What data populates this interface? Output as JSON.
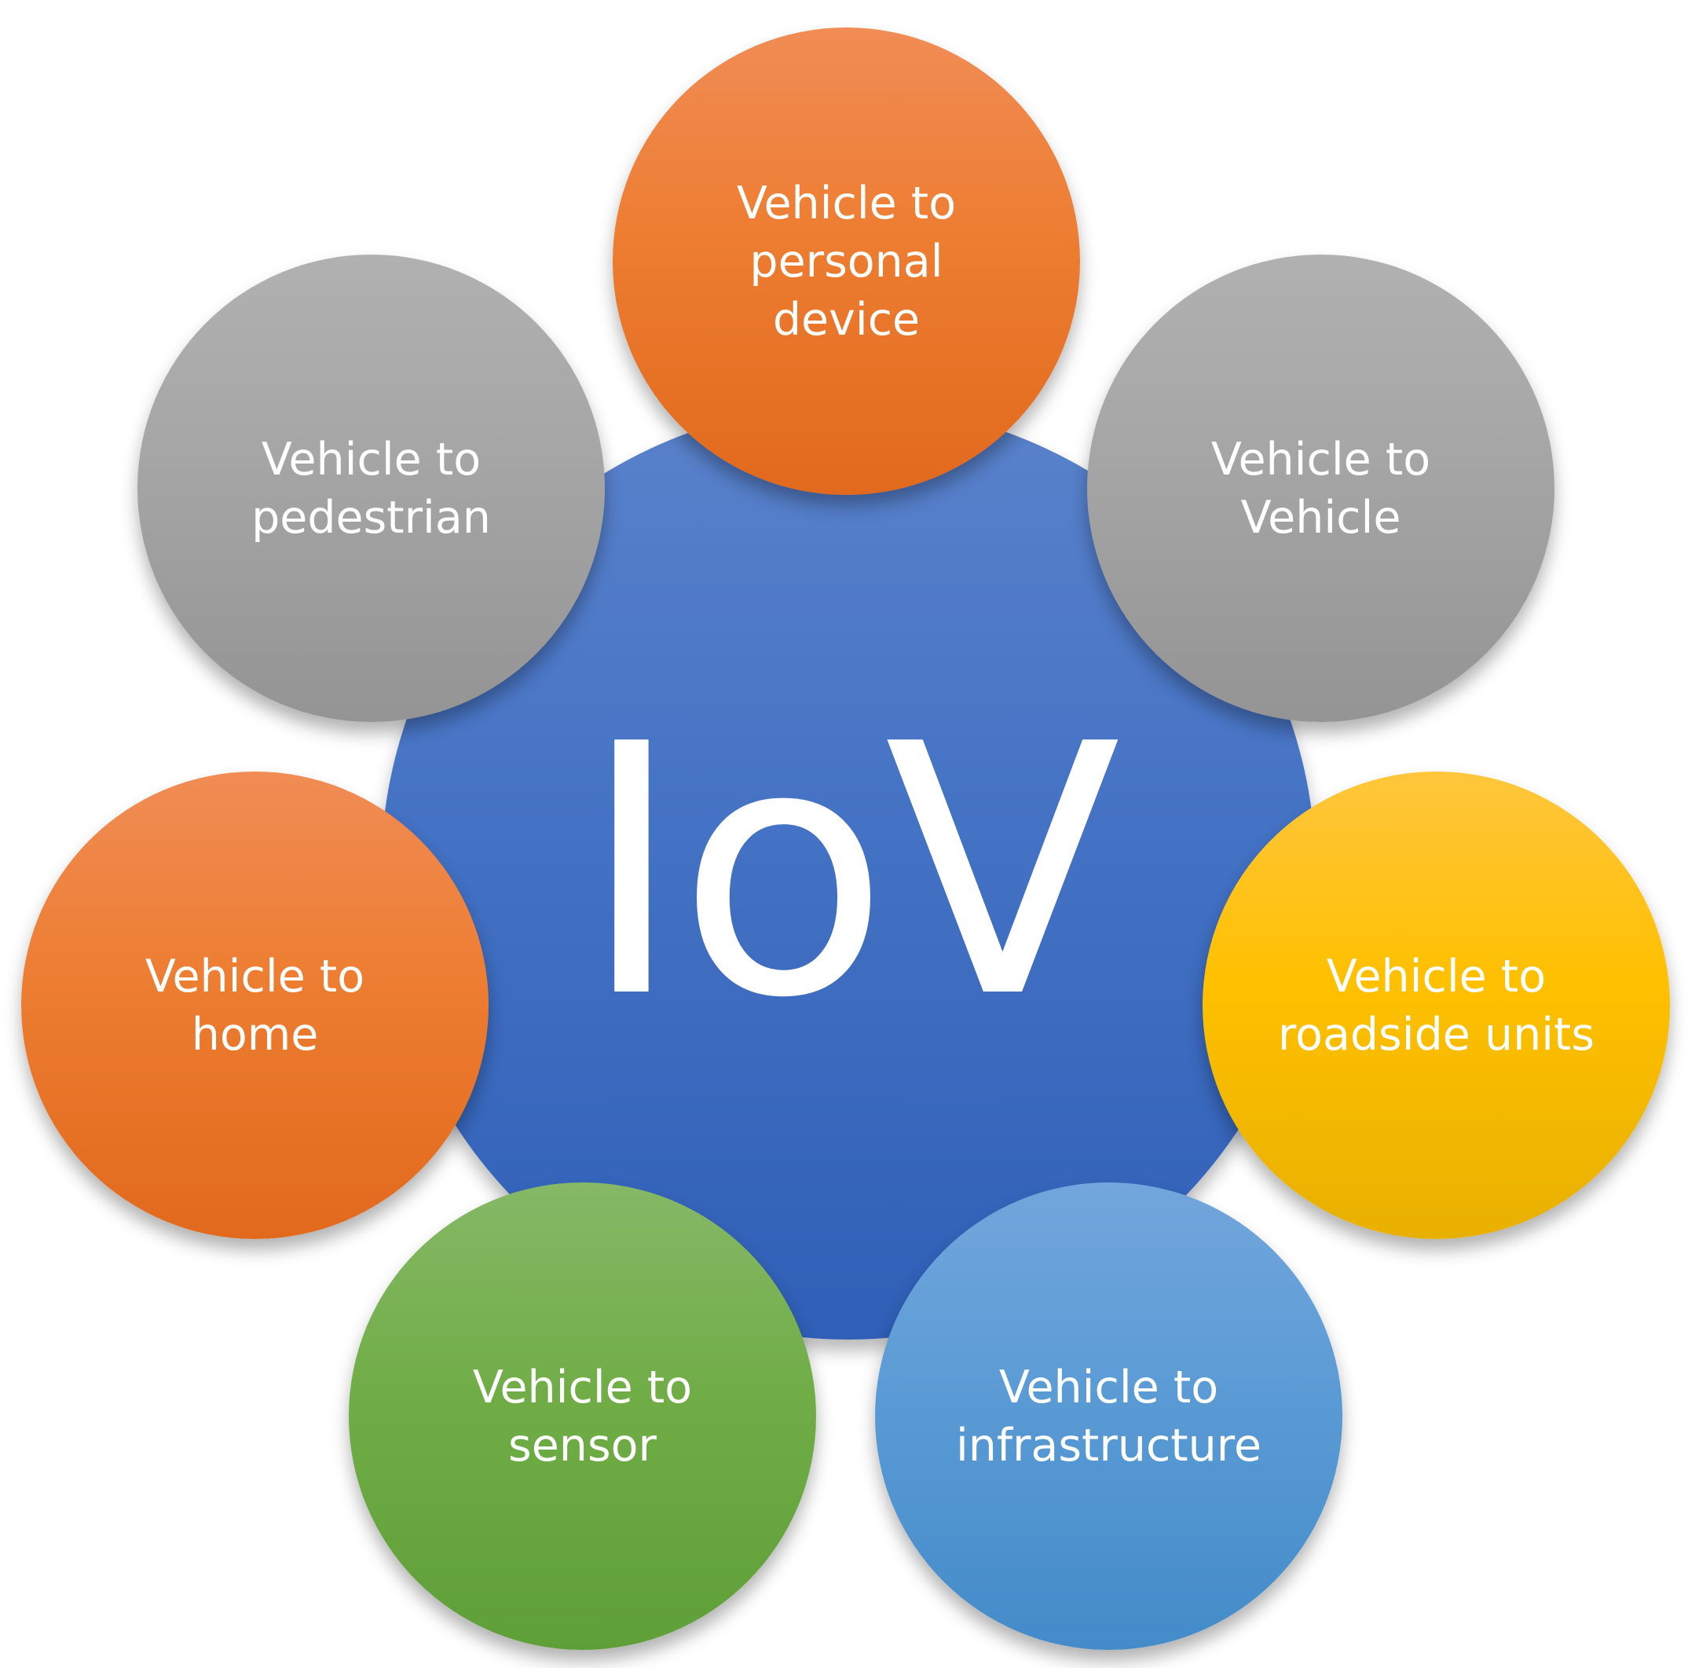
{
  "diagram": {
    "center": {
      "label": "IoV",
      "color": "#4472c4"
    },
    "nodes": [
      {
        "id": "personal-device",
        "label": "Vehicle to\npersonal\ndevice",
        "color": "#ed7d31"
      },
      {
        "id": "vehicle",
        "label": "Vehicle to\nVehicle",
        "color": "#a5a5a5"
      },
      {
        "id": "roadside-units",
        "label": "Vehicle to\nroadside units",
        "color": "#ffc000"
      },
      {
        "id": "infrastructure",
        "label": "Vehicle to\ninfrastructure",
        "color": "#5b9bd5"
      },
      {
        "id": "sensor",
        "label": "Vehicle to\nsensor",
        "color": "#70ad47"
      },
      {
        "id": "home",
        "label": "Vehicle to\nhome",
        "color": "#ed7d31"
      },
      {
        "id": "pedestrian",
        "label": "Vehicle to\npedestrian",
        "color": "#a5a5a5"
      }
    ]
  }
}
